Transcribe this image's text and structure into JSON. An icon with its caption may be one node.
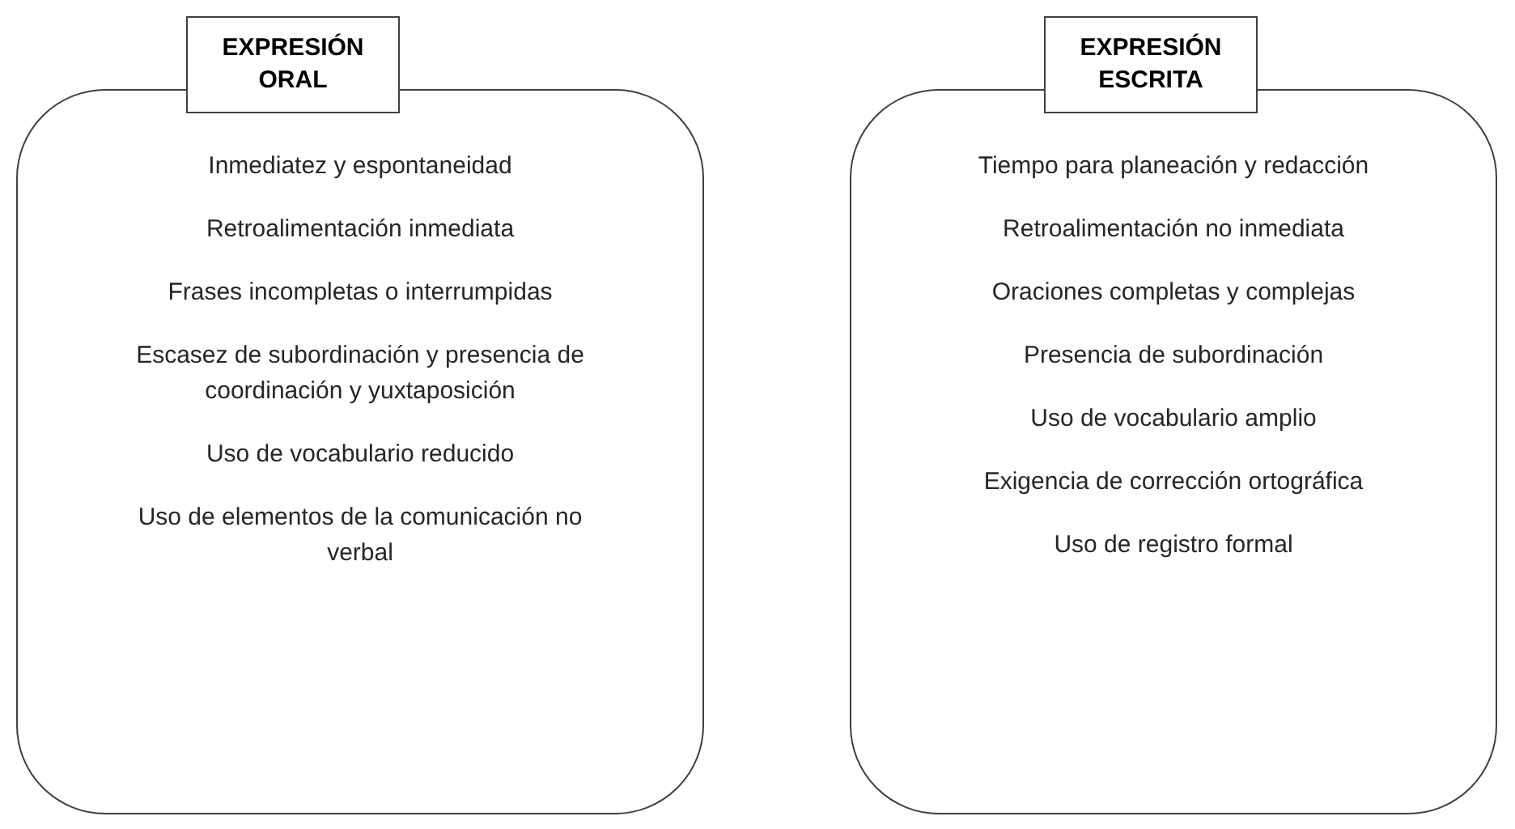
{
  "diagram": {
    "nodes": [
      {
        "text": [
          "EXPRESIÓN ORAL"
        ]
      },
      {
        "text": [
          "Inmediatez y espontaneidad",
          "Retroalimentación inmediata",
          "Frases incompletas o interrumpidas",
          "Escasez de subordinación y presencia de coordinación y yuxtaposición",
          "Uso de vocabulario reducido",
          "Uso de elementos de la comunicación no verbal"
        ]
      },
      {
        "text": [
          "EXPRESIÓN ESCRITA"
        ]
      },
      {
        "text": [
          "Tiempo para planeación y redacción",
          "Retroalimentación no inmediata",
          "Oraciones completas y complejas",
          "Presencia de subordinación",
          "Uso de vocabulario amplio",
          "Exigencia de corrección ortográfica",
          "Uso de registro formal"
        ]
      }
    ]
  }
}
